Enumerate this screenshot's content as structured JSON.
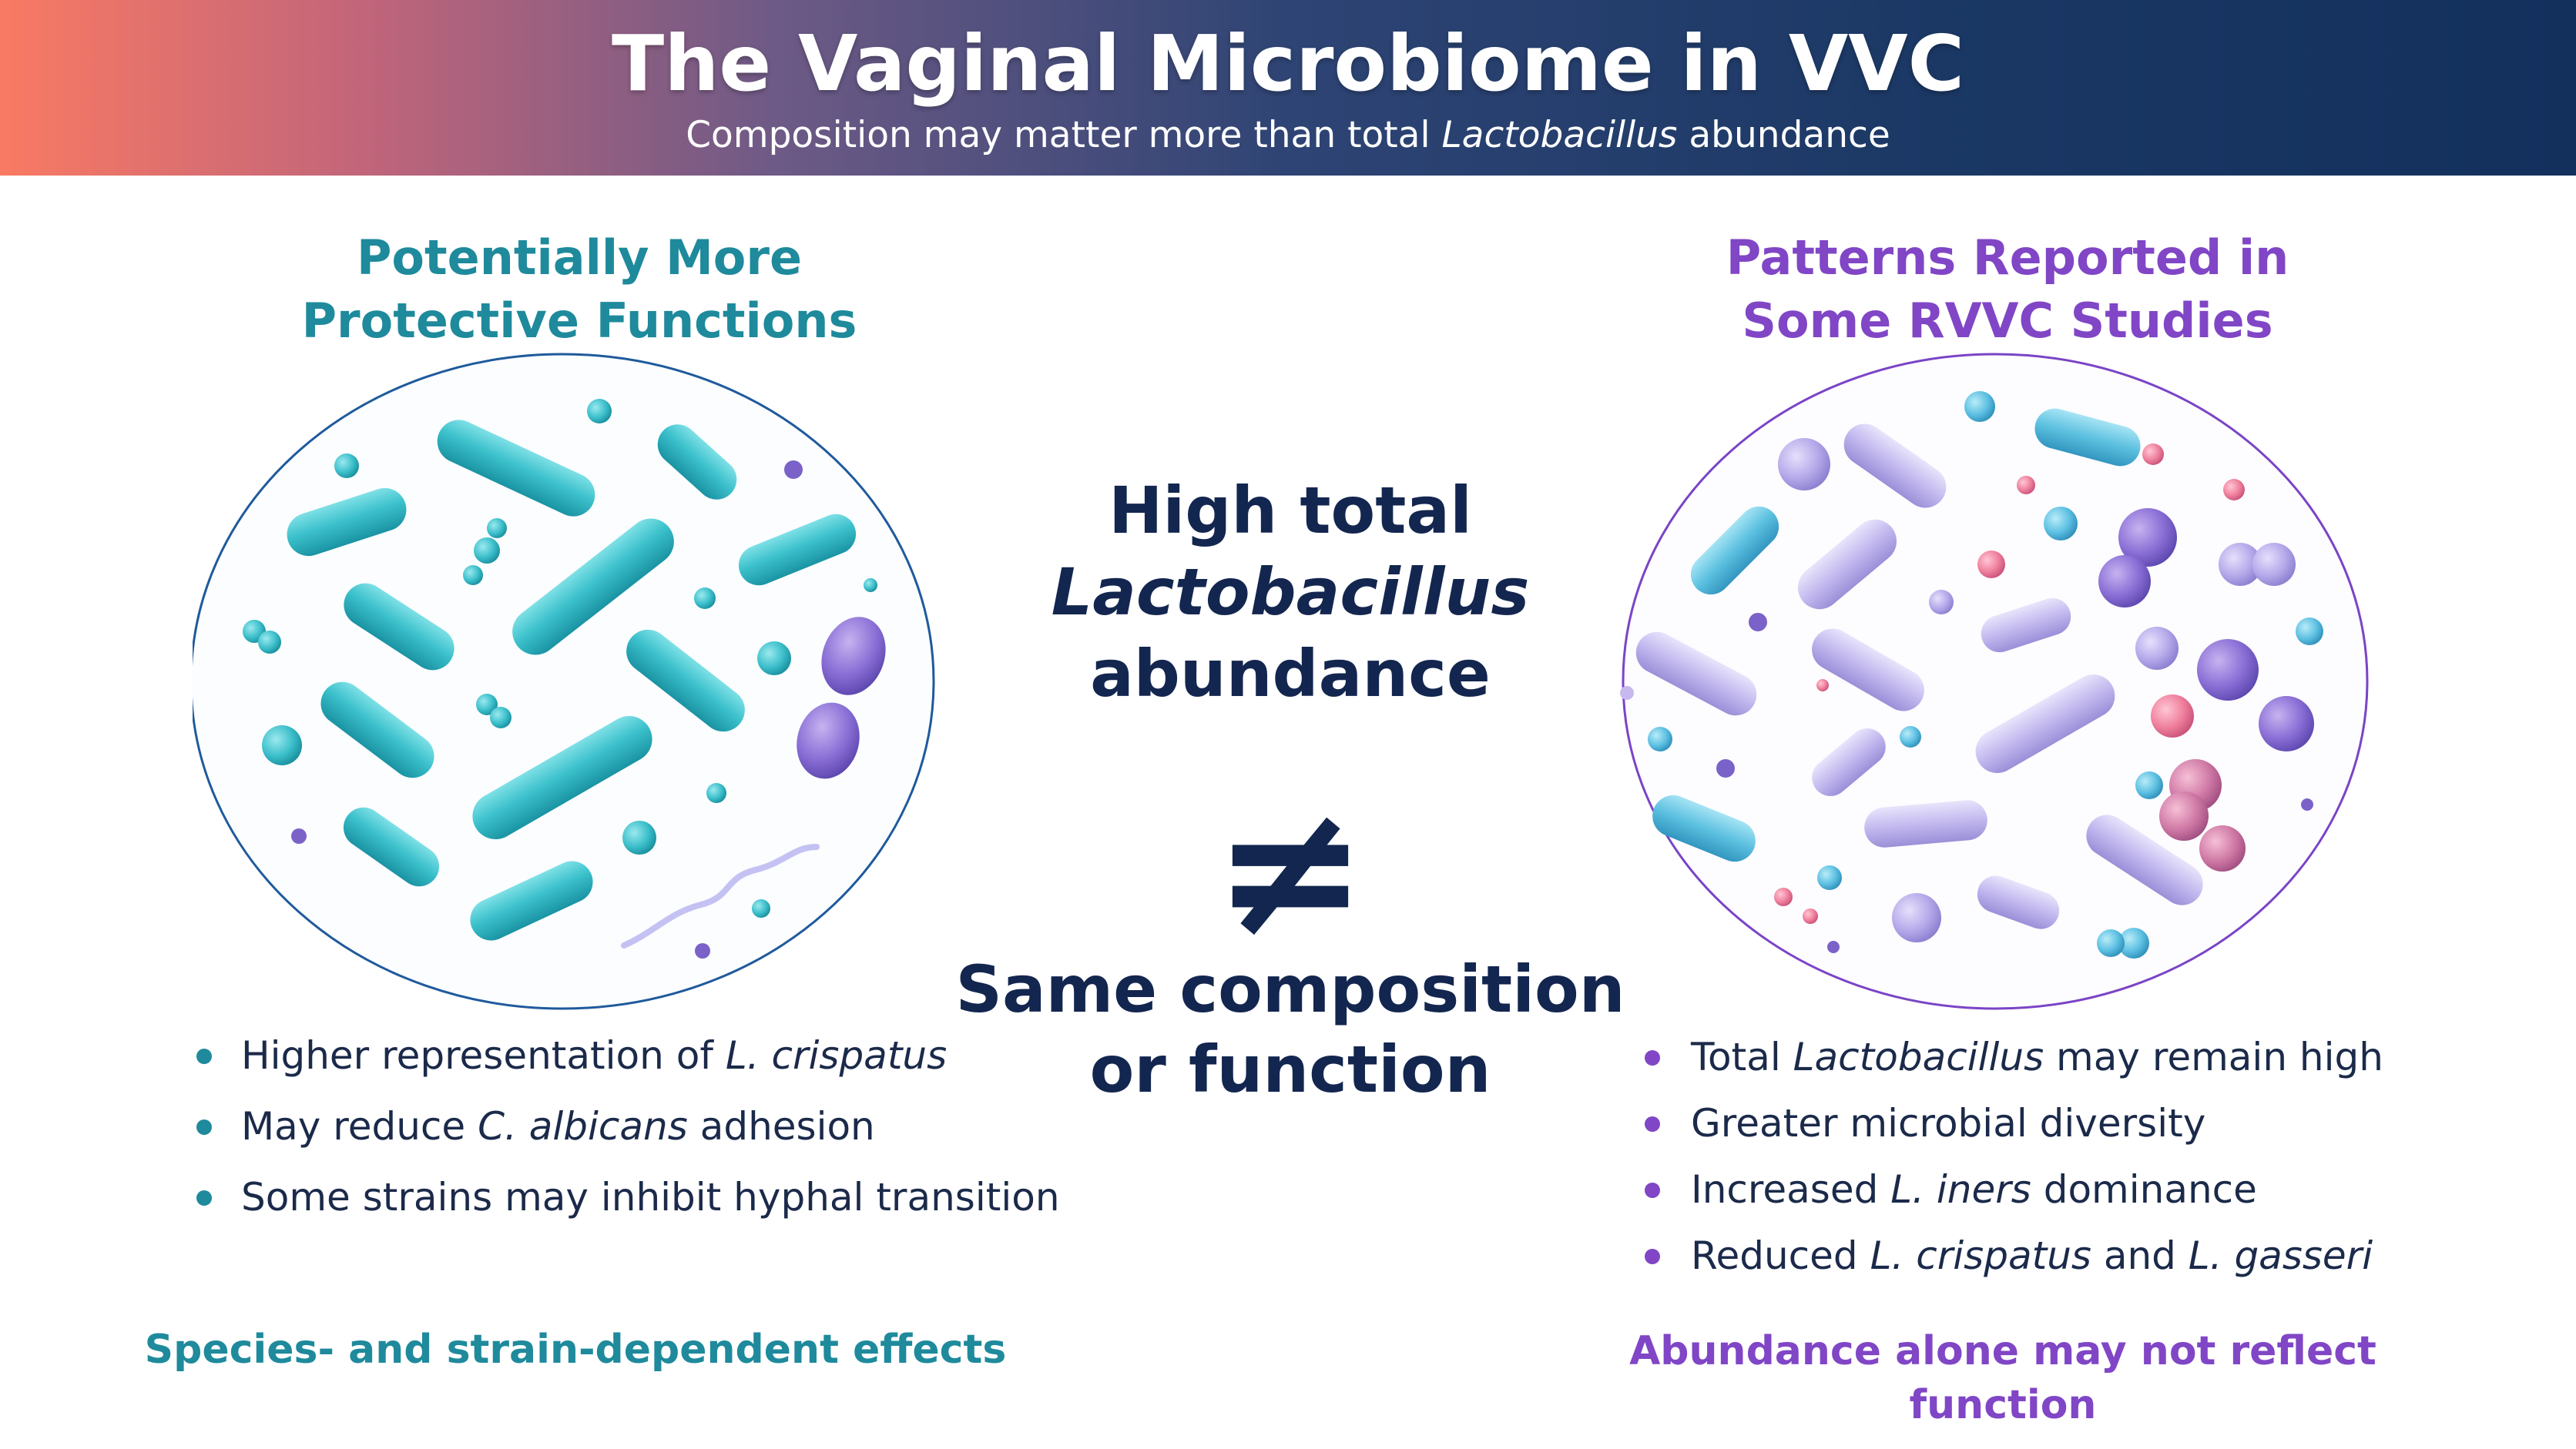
{
  "header": {
    "title": "The Vaginal Microbiome in VVC",
    "subtitle_pre": "Composition may matter more than total ",
    "subtitle_em": "Lactobacillus",
    "subtitle_post": " abundance"
  },
  "left": {
    "title_line1": "Potentially More",
    "title_line2": "Protective Functions",
    "accent_color": "#1e8a9c",
    "bullets": [
      {
        "pre": "Higher representation of ",
        "em": "L. crispatus",
        "post": ""
      },
      {
        "pre": "May reduce ",
        "em": "C. albicans",
        "post": " adhesion"
      },
      {
        "pre": "Some strains may inhibit hyphal transition",
        "em": "",
        "post": ""
      }
    ],
    "footer": "Species- and strain-dependent effects"
  },
  "center": {
    "line1": "High total",
    "line2_em": "Lactobacillus",
    "line3": "abundance",
    "symbol": "≠",
    "line4": "Same composition",
    "line5": "or function",
    "color": "#13264f"
  },
  "right": {
    "title_line1": "Patterns Reported in",
    "title_line2": "Some RVVC Studies",
    "accent_color": "#8046c6",
    "bullets": [
      {
        "pre": "Total ",
        "em": "Lactobacillus",
        "post": " may remain high"
      },
      {
        "pre": "Greater microbial diversity",
        "em": "",
        "post": ""
      },
      {
        "pre": "Increased ",
        "em": "L. iners",
        "post": " dominance"
      },
      {
        "pre": "Reduced ",
        "em": "L. crispatus",
        "post": " and ",
        "em2": "L. gasseri"
      }
    ],
    "footer": "Abundance alone may not reflect function"
  }
}
